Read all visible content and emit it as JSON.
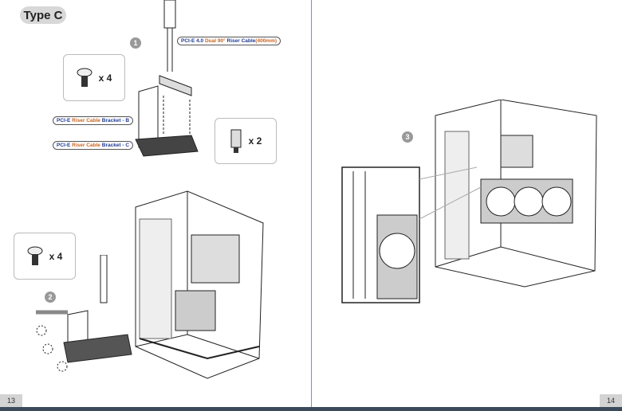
{
  "left_page": {
    "type_label": "Type C",
    "steps": [
      "1",
      "2"
    ],
    "riser_cable_label": {
      "part1": "PCI-E 4.0 ",
      "part2": "Dual 90°",
      "part3": " Riser Cable",
      "part4": "(400mm)"
    },
    "bracket_b_label": {
      "part1": "PCI-E ",
      "part2": "Riser Cable",
      "part3": " Bracket - B"
    },
    "bracket_c_label": {
      "part1": "PCI-E ",
      "part2": "Riser Cable",
      "part3": " Bracket - C"
    },
    "screw_qty_1": "x 4",
    "standoff_qty": "x 2",
    "screw_qty_2": "x 4",
    "page_number": "13"
  },
  "right_page": {
    "steps": [
      "3"
    ],
    "page_number": "14"
  }
}
